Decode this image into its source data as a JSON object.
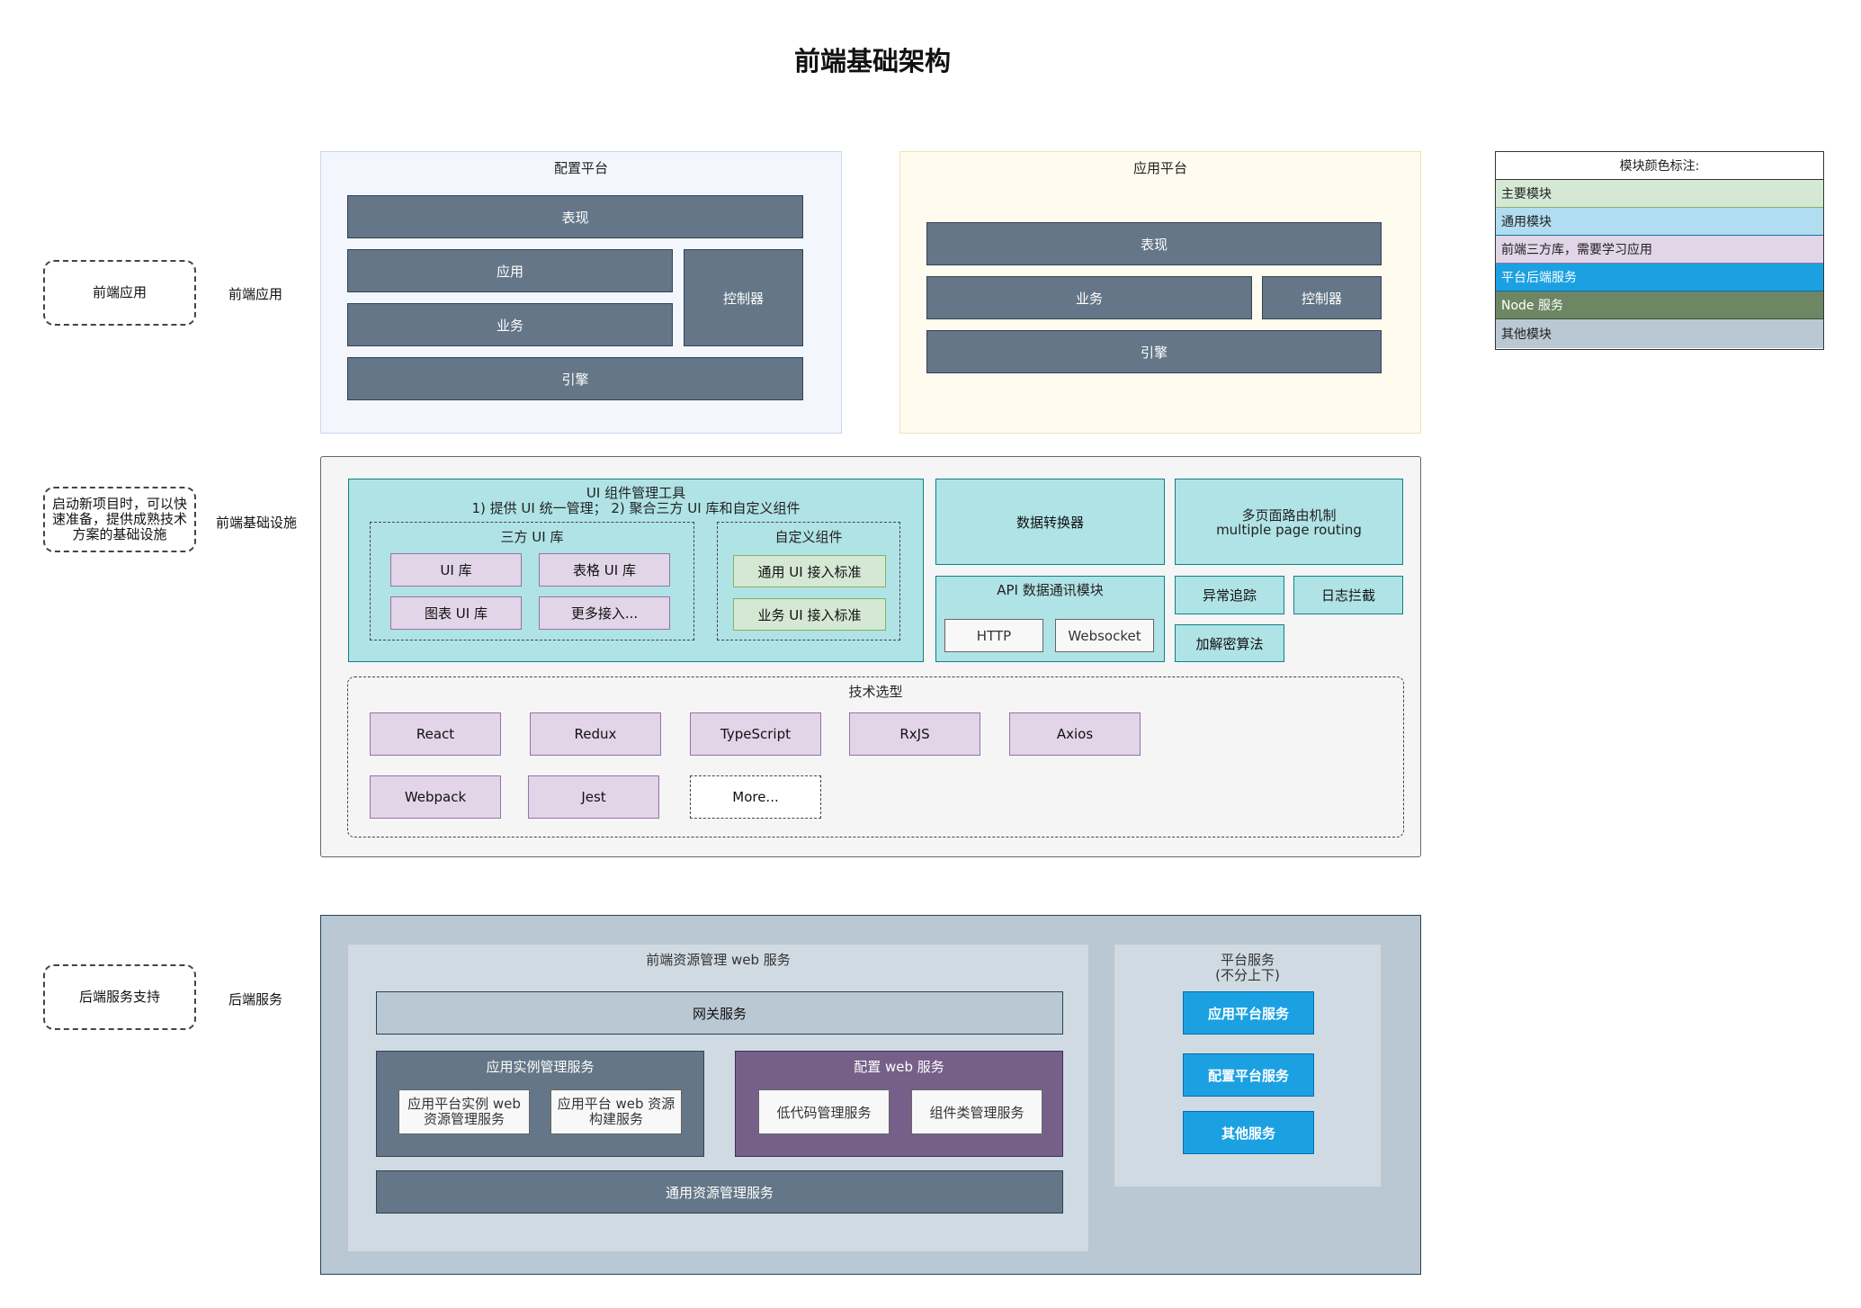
{
  "title": "前端基础架构",
  "side_labels": {
    "app_box": "前端应用",
    "app_text": "前端应用",
    "infra_box": "启动新项目时，可以快速准备，提供成熟技术方案的基础设施",
    "infra_text": "前端基础设施",
    "backend_box": "后端服务支持",
    "backend_text": "后端服务"
  },
  "config_platform": {
    "title": "配置平台",
    "presentation": "表现",
    "application": "应用",
    "business": "业务",
    "controller": "控制器",
    "engine": "引擎"
  },
  "app_platform": {
    "title": "应用平台",
    "presentation": "表现",
    "business": "业务",
    "controller": "控制器",
    "engine": "引擎"
  },
  "legend": {
    "title": "模块颜色标注:",
    "items": [
      {
        "label": "主要模块",
        "color": "#d5e8d4"
      },
      {
        "label": "通用模块",
        "color": "#b1ddf0"
      },
      {
        "label": "前端三方库，需要学习应用",
        "color": "#e1d5e7"
      },
      {
        "label": "平台后端服务",
        "color": "#1ba1e2"
      },
      {
        "label": "Node 服务",
        "color": "#6d8764"
      },
      {
        "label": "其他模块",
        "color": "#bac8d3"
      }
    ]
  },
  "infra": {
    "ui_tool_title": "UI 组件管理工具",
    "ui_tool_subtitle": "1) 提供 UI 统一管理； 2) 聚合三方 UI 库和自定义组件",
    "third_party_title": "三方 UI 库",
    "third_party": [
      "UI 库",
      "表格 UI 库",
      "图表 UI 库",
      "更多接入..."
    ],
    "custom_title": "自定义组件",
    "custom": [
      "通用 UI 接入标准",
      "业务 UI 接入标准"
    ],
    "data_converter": "数据转换器",
    "routing_line1": "多页面路由机制",
    "routing_line2": "multiple page routing",
    "api_title": "API 数据通讯模块",
    "api_items": [
      "HTTP",
      "Websocket"
    ],
    "exception": "异常追踪",
    "log": "日志拦截",
    "crypto": "加解密算法",
    "tech_title": "技术选型",
    "tech_row1": [
      "React",
      "Redux",
      "TypeScript",
      "RxJS",
      "Axios"
    ],
    "tech_row2": [
      "Webpack",
      "Jest",
      "More..."
    ]
  },
  "backend": {
    "web_service_title": "前端资源管理 web 服务",
    "gateway": "网关服务",
    "instance_title": "应用实例管理服务",
    "instance_items": [
      "应用平台实例 web 资源管理服务",
      "应用平台 web 资源构建服务"
    ],
    "config_web_title": "配置 web 服务",
    "config_web_items": [
      "低代码管理服务",
      "组件类管理服务"
    ],
    "common_resource": "通用资源管理服务",
    "platform_title_line1": "平台服务",
    "platform_title_line2": "(不分上下)",
    "platform_items": [
      "应用平台服务",
      "配置平台服务",
      "其他服务"
    ]
  }
}
